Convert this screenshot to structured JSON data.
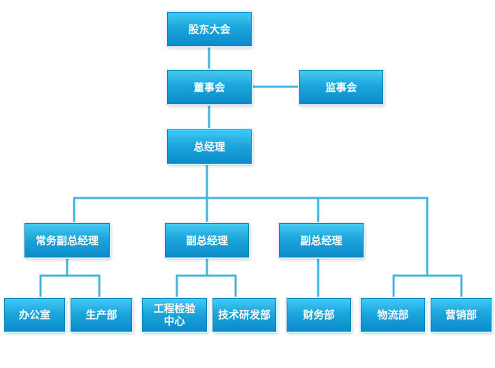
{
  "org_chart": {
    "shareholders": "股东大会",
    "board": "董事会",
    "supervisors": "监事会",
    "general_manager": "总经理",
    "vp_executive": "常务副总经理",
    "vp_2": "副总经理",
    "vp_3": "副总经理",
    "office": "办公室",
    "production": "生产部",
    "inspection": "工程检验\n中心",
    "rnd": "技术研发部",
    "finance": "财务部",
    "logistics": "物流部",
    "marketing": "营销部"
  },
  "colors": {
    "box": "#1ba6dd",
    "line": "#3fb4dd",
    "text": "#ffffff"
  }
}
